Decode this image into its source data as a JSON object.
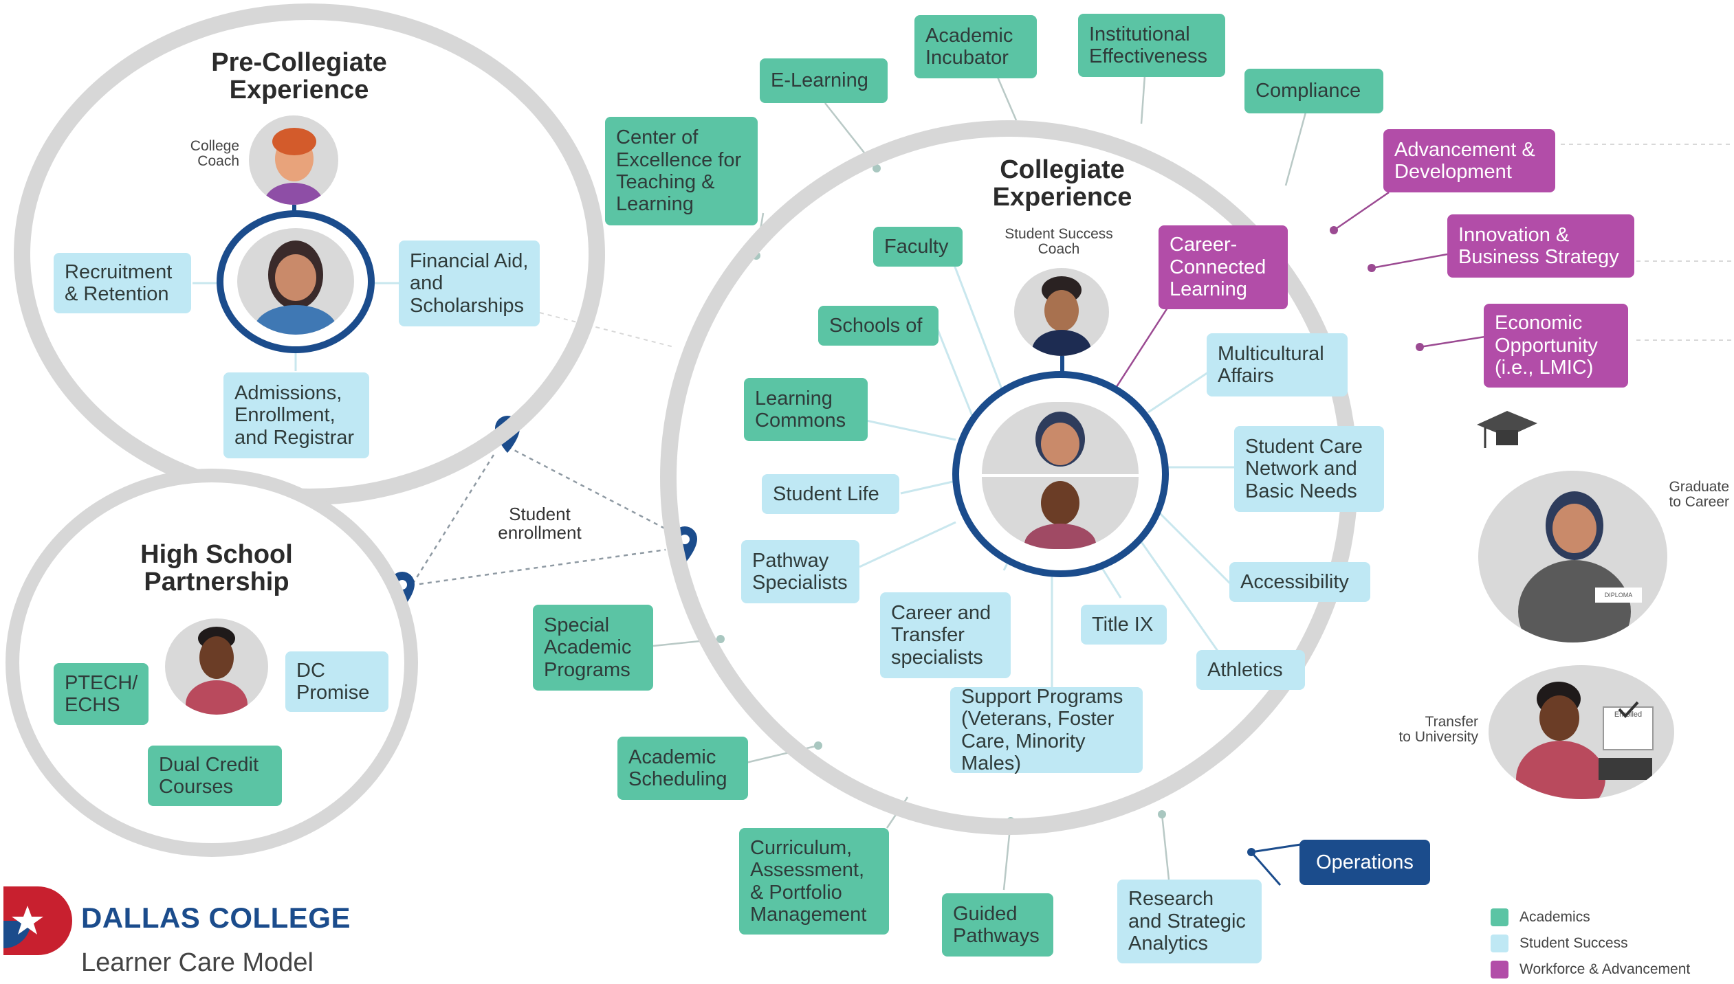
{
  "logo": {
    "name": "DALLAS COLLEGE",
    "subtitle": "Learner Care Model"
  },
  "colors": {
    "academics": "#5bc4a4",
    "student_success": "#bfe8f4",
    "workforce": "#b24da8",
    "operations": "#1b4c8c",
    "ring": "#d5d5d5",
    "navy": "#1b4c8c"
  },
  "pre_collegiate": {
    "title_line1": "Pre-Collegiate",
    "title_line2": "Experience",
    "coach_line1": "College",
    "coach_line2": "Coach",
    "recruitment": "Recruitment & Retention",
    "financial": "Financial Aid, and Scholarships",
    "admissions": "Admissions, Enrollment, and Registrar"
  },
  "high_school": {
    "title_line1": "High School",
    "title_line2": "Partnership",
    "ptech": "PTECH/ ECHS",
    "dc_promise": "DC Promise",
    "dual_credit": "Dual Credit Courses"
  },
  "enrollment": {
    "line1": "Student",
    "line2": "enrollment"
  },
  "collegiate": {
    "title_line1": "Collegiate",
    "title_line2": "Experience",
    "coach_line1": "Student Success",
    "coach_line2": "Coach",
    "inner": {
      "faculty": "Faculty",
      "schools": "Schools of",
      "learning_commons": "Learning Commons",
      "student_life": "Student Life",
      "pathway": "Pathway Specialists",
      "career_transfer": "Career and Transfer specialists",
      "title_ix": "Title IX",
      "support_programs": "Support Programs (Veterans, Foster Care, Minority Males)",
      "athletics": "Athletics",
      "accessibility": "Accessibility",
      "student_care": "Student Care Network and Basic Needs",
      "multicultural": "Multicultural Affairs",
      "career_connected": "Career-Connected Learning"
    }
  },
  "outer": {
    "center_excellence": "Center of Excellence for Teaching & Learning",
    "elearning": "E-Learning",
    "academic_incubator": "Academic Incubator",
    "institutional": "Institutional Effectiveness",
    "compliance": "Compliance",
    "advancement": "Advancement & Development",
    "innovation": "Innovation & Business Strategy",
    "economic": "Economic Opportunity (i.e., LMIC)",
    "special_academic": "Special Academic Programs",
    "academic_scheduling": "Academic Scheduling",
    "curriculum": "Curriculum, Assessment, & Portfolio Management",
    "guided": "Guided Pathways",
    "research": "Research and Strategic Analytics",
    "operations": "Operations"
  },
  "outcomes": {
    "graduate_line1": "Graduate",
    "graduate_line2": "to Career",
    "transfer_line1": "Transfer",
    "transfer_line2": "to University",
    "diploma_text": "DIPLOMA",
    "enrolled_text": "Enrolled"
  },
  "legend": {
    "academics": "Academics",
    "student_success": "Student Success",
    "workforce": "Workforce & Advancement"
  }
}
